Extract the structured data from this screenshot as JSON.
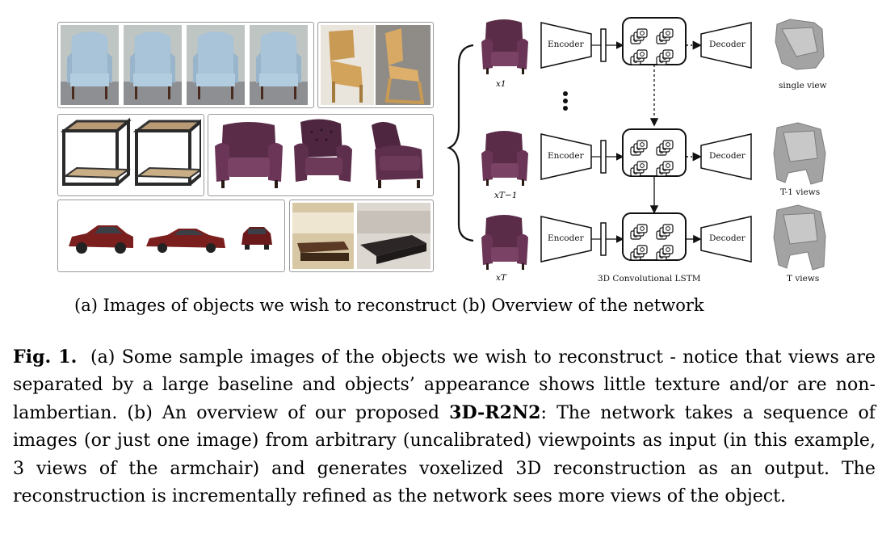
{
  "panel_b": {
    "encoder_label": "Encoder",
    "decoder_label": "Decoder",
    "lstm_label": "3D Convolutional LSTM",
    "rows": [
      {
        "input_var": "x1",
        "output_label": "single view"
      },
      {
        "input_var": "xT−1",
        "output_label": "T-1 views"
      },
      {
        "input_var": "xT",
        "output_label": "T views"
      }
    ]
  },
  "subcaption": "(a) Images of objects we wish to reconstruct (b) Overview of the network",
  "caption": {
    "fig_label": "Fig. 1.",
    "text_part1": "(a) Some sample images of the objects we wish to reconstruct - notice that views are separated by a large baseline and objects’ appearance shows little texture and/or are non-lambertian. (b) An overview of our proposed ",
    "bold_name": "3D-R2N2",
    "text_part2": ": The network takes a sequence of images (or just one image) from arbitrary (uncalibrated) viewpoints as input (in this example, 3 views of the armchair) and generates voxelized 3D reconstruction as an output. The reconstruction is incrementally refined as the network sees more views of the object."
  },
  "colors": {
    "armchair_purple": "#5e2f4c",
    "car_red": "#7a1e1e",
    "voxel_gray": "#9a9a9a",
    "frame_border": "#9a9a9a"
  }
}
